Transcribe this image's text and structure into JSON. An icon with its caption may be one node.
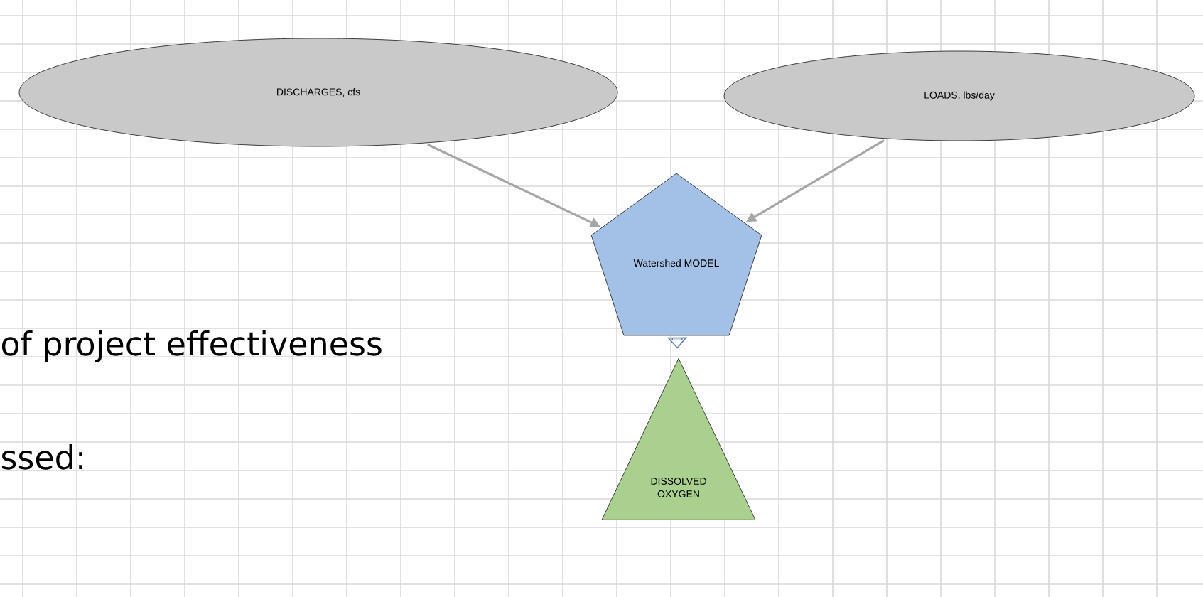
{
  "diagram": {
    "nodes": [
      {
        "text": [
          "DISCHARGES, cfs"
        ]
      },
      {
        "text": [
          "LOADS, lbs/day"
        ]
      },
      {
        "text": [
          "Watershed MODEL"
        ]
      },
      {
        "text": [
          "DISSOLVED OXYGEN"
        ]
      }
    ],
    "edges": [
      {
        "from": 0,
        "to": 2,
        "arrow": "to"
      },
      {
        "from": 1,
        "to": 2,
        "arrow": "to"
      },
      {
        "from": 2,
        "to": 3,
        "arrow": "to",
        "style": "thick",
        "color": "#5b7fb0"
      }
    ],
    "labels": [
      "of project effectiveness",
      "ssed:"
    ]
  }
}
